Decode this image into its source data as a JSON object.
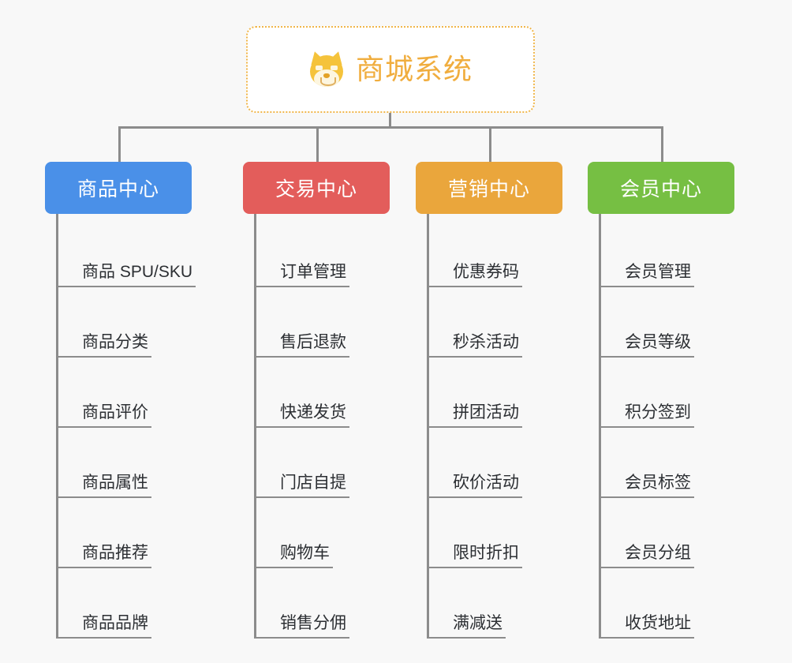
{
  "diagram": {
    "type": "mindmap-tree",
    "background_color": "#f8f8f8",
    "root": {
      "title": "商城系统",
      "icon": "dog-face-emoji",
      "border_color": "#f0b64a",
      "text_color": "#f0ad3e",
      "background_color": "#ffffff"
    },
    "connector_color": "#8c8c8c",
    "branches": [
      {
        "title": "商品中心",
        "color": "#4a90e8",
        "items": [
          "商品 SPU/SKU",
          "商品分类",
          "商品评价",
          "商品属性",
          "商品推荐",
          "商品品牌"
        ]
      },
      {
        "title": "交易中心",
        "color": "#e35d5b",
        "items": [
          "订单管理",
          "售后退款",
          "快递发货",
          "门店自提",
          "购物车",
          "销售分佣"
        ]
      },
      {
        "title": "营销中心",
        "color": "#eaa63c",
        "items": [
          "优惠券码",
          "秒杀活动",
          "拼团活动",
          "砍价活动",
          "限时折扣",
          "满减送"
        ]
      },
      {
        "title": "会员中心",
        "color": "#76bf43",
        "items": [
          "会员管理",
          "会员等级",
          "积分签到",
          "会员标签",
          "会员分组",
          "收货地址"
        ]
      }
    ]
  }
}
